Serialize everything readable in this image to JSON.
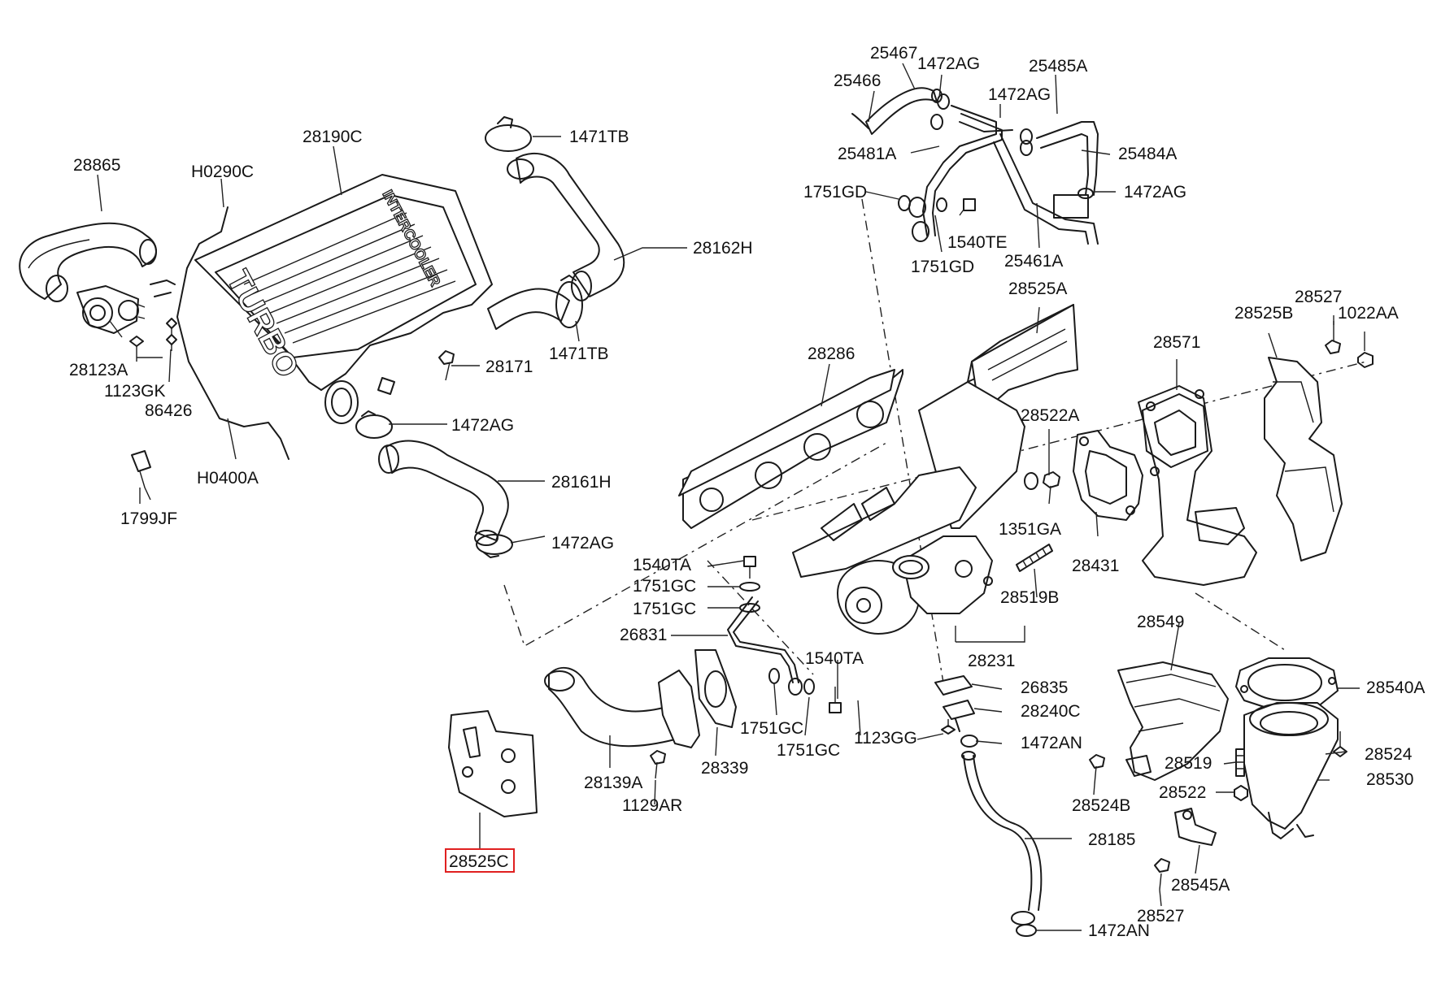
{
  "highlight_color": "#e02020",
  "selected_part": "28525C",
  "intercooler_embossing": {
    "word_1": "TURBO",
    "word_2": "INTERCOOLER"
  },
  "labels": [
    {
      "id": "28865",
      "text": "28865"
    },
    {
      "id": "H0290C",
      "text": "H0290C"
    },
    {
      "id": "28190C",
      "text": "28190C"
    },
    {
      "id": "1471TB_top",
      "text": "1471TB"
    },
    {
      "id": "28162H",
      "text": "28162H"
    },
    {
      "id": "28123A",
      "text": "28123A"
    },
    {
      "id": "1123GK",
      "text": "1123GK"
    },
    {
      "id": "86426",
      "text": "86426"
    },
    {
      "id": "28171",
      "text": "28171"
    },
    {
      "id": "1471TB_mid",
      "text": "1471TB"
    },
    {
      "id": "1472AG_mid",
      "text": "1472AG"
    },
    {
      "id": "H0400A",
      "text": "H0400A"
    },
    {
      "id": "28161H",
      "text": "28161H"
    },
    {
      "id": "1799JF",
      "text": "1799JF"
    },
    {
      "id": "1472AG_low",
      "text": "1472AG"
    },
    {
      "id": "25467",
      "text": "25467"
    },
    {
      "id": "1472AG_top1",
      "text": "1472AG"
    },
    {
      "id": "25485A",
      "text": "25485A"
    },
    {
      "id": "25466",
      "text": "25466"
    },
    {
      "id": "1472AG_top2",
      "text": "1472AG"
    },
    {
      "id": "25481A",
      "text": "25481A"
    },
    {
      "id": "25484A",
      "text": "25484A"
    },
    {
      "id": "1751GD_a",
      "text": "1751GD"
    },
    {
      "id": "1472AG_right",
      "text": "1472AG"
    },
    {
      "id": "1540TE",
      "text": "1540TE"
    },
    {
      "id": "1751GD_b",
      "text": "1751GD"
    },
    {
      "id": "25461A",
      "text": "25461A"
    },
    {
      "id": "28525A",
      "text": "28525A"
    },
    {
      "id": "28527_top",
      "text": "28527"
    },
    {
      "id": "28525B",
      "text": "28525B"
    },
    {
      "id": "1022AA",
      "text": "1022AA"
    },
    {
      "id": "28286",
      "text": "28286"
    },
    {
      "id": "28571",
      "text": "28571"
    },
    {
      "id": "28522A",
      "text": "28522A"
    },
    {
      "id": "1351GA",
      "text": "1351GA"
    },
    {
      "id": "28431",
      "text": "28431"
    },
    {
      "id": "1540TA_a",
      "text": "1540TA"
    },
    {
      "id": "1751GC_a",
      "text": "1751GC"
    },
    {
      "id": "1751GC_b",
      "text": "1751GC"
    },
    {
      "id": "28519B",
      "text": "28519B"
    },
    {
      "id": "26831",
      "text": "26831"
    },
    {
      "id": "28231",
      "text": "28231"
    },
    {
      "id": "1540TA_b",
      "text": "1540TA"
    },
    {
      "id": "28549",
      "text": "28549"
    },
    {
      "id": "26835",
      "text": "26835"
    },
    {
      "id": "28540A",
      "text": "28540A"
    },
    {
      "id": "28240C",
      "text": "28240C"
    },
    {
      "id": "1751GC_c",
      "text": "1751GC"
    },
    {
      "id": "1123GG",
      "text": "1123GG"
    },
    {
      "id": "1472AN_a",
      "text": "1472AN"
    },
    {
      "id": "28524_r",
      "text": "28524"
    },
    {
      "id": "1751GC_d",
      "text": "1751GC"
    },
    {
      "id": "28519",
      "text": "28519"
    },
    {
      "id": "28339",
      "text": "28339"
    },
    {
      "id": "28530",
      "text": "28530"
    },
    {
      "id": "28139A",
      "text": "28139A"
    },
    {
      "id": "28522",
      "text": "28522"
    },
    {
      "id": "28524B",
      "text": "28524B"
    },
    {
      "id": "1129AR",
      "text": "1129AR"
    },
    {
      "id": "28185",
      "text": "28185"
    },
    {
      "id": "28525C",
      "text": "28525C"
    },
    {
      "id": "28545A",
      "text": "28545A"
    },
    {
      "id": "28527_bot",
      "text": "28527"
    },
    {
      "id": "1472AN_b",
      "text": "1472AN"
    }
  ]
}
